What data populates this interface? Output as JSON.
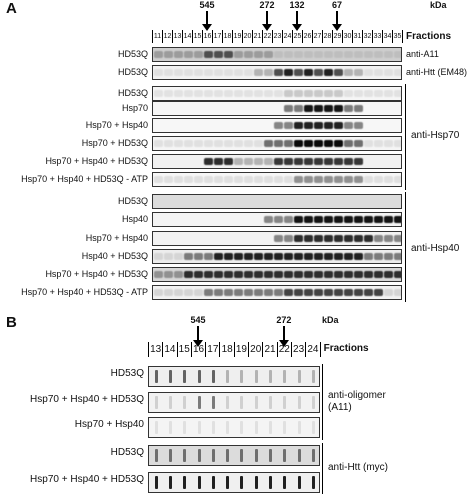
{
  "panel_a": {
    "letter": "A",
    "markers": [
      "545",
      "272",
      "132",
      "67"
    ],
    "kda_label": "kDa",
    "fractions_label": "Fractions",
    "fractions": [
      "11",
      "12",
      "13",
      "14",
      "15",
      "16",
      "17",
      "18",
      "19",
      "20",
      "21",
      "22",
      "23",
      "24",
      "25",
      "26",
      "27",
      "28",
      "29",
      "30",
      "31",
      "32",
      "33",
      "34",
      "35"
    ],
    "rows": [
      {
        "label": "HD53Q",
        "side": "anti-A11"
      },
      {
        "label": "HD53Q",
        "side": "anti-Htt (EM48)"
      },
      {
        "label": "HD53Q"
      },
      {
        "label": "Hsp70"
      },
      {
        "label": "Hsp70 + Hsp40"
      },
      {
        "label": "Hsp70 + HD53Q"
      },
      {
        "label": "Hsp70 + Hsp40 + HD53Q"
      },
      {
        "label": "Hsp70 + Hsp40 + HD53Q - ATP"
      },
      {
        "label": "HD53Q"
      },
      {
        "label": "Hsp40"
      },
      {
        "label": "Hsp70 + Hsp40"
      },
      {
        "label": "Hsp40 + HD53Q"
      },
      {
        "label": "Hsp70 + Hsp40 + HD53Q"
      },
      {
        "label": "Hsp70 + Hsp40 + HD53Q - ATP"
      }
    ],
    "groups": [
      "anti-Hsp70",
      "anti-Hsp40"
    ]
  },
  "panel_b": {
    "letter": "B",
    "markers": [
      "545",
      "272"
    ],
    "kda_label": "kDa",
    "fractions_label": "Fractions",
    "fractions": [
      "13",
      "14",
      "15",
      "16",
      "17",
      "18",
      "19",
      "20",
      "21",
      "22",
      "23",
      "24"
    ],
    "rows": [
      {
        "label": "HD53Q"
      },
      {
        "label": "Hsp70 + Hsp40 + HD53Q"
      },
      {
        "label": "Hsp70 + Hsp40"
      },
      {
        "label": "HD53Q"
      },
      {
        "label": "Hsp70 + Hsp40 + HD53Q"
      }
    ],
    "groups": [
      "anti-oligomer",
      "(A11)",
      "anti-Htt (myc)"
    ]
  }
}
